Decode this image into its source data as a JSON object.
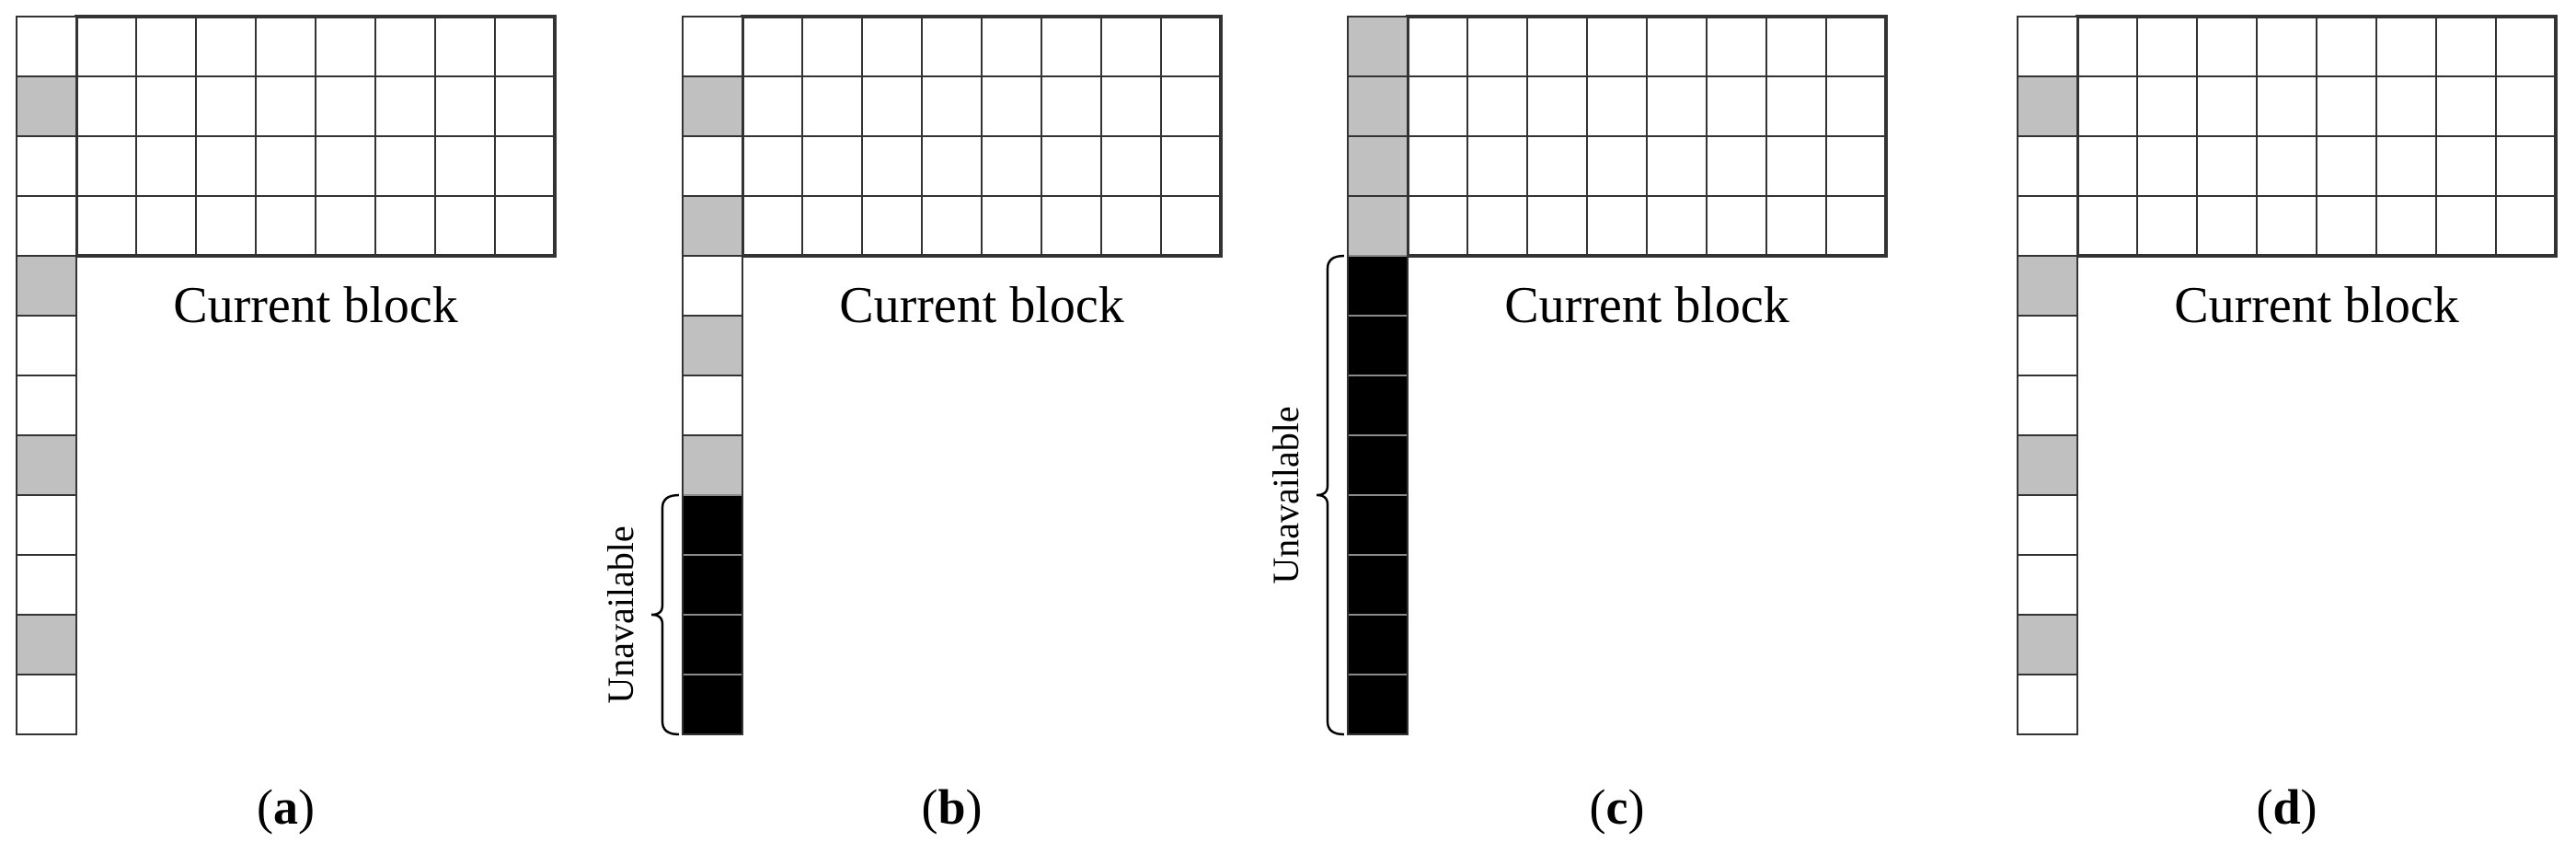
{
  "panels": [
    {
      "id": "a",
      "block_label": "Current block",
      "caption_open": "(",
      "caption_letter": "a",
      "caption_close": ")",
      "grid": {
        "columns": 8,
        "rows": 4
      },
      "left_column": [
        "empty",
        "gray",
        "empty",
        "empty",
        "gray",
        "empty",
        "empty",
        "gray",
        "empty",
        "empty",
        "gray",
        "empty"
      ],
      "unavailable_label": ""
    },
    {
      "id": "b",
      "block_label": "Current block",
      "caption_open": "(",
      "caption_letter": "b",
      "caption_close": ")",
      "grid": {
        "columns": 8,
        "rows": 4
      },
      "left_column": [
        "empty",
        "gray",
        "empty",
        "gray",
        "empty",
        "gray",
        "empty",
        "gray",
        "black",
        "black",
        "black",
        "black"
      ],
      "unavailable_label": "Unavailable"
    },
    {
      "id": "c",
      "block_label": "Current block",
      "caption_open": "(",
      "caption_letter": "c",
      "caption_close": ")",
      "grid": {
        "columns": 8,
        "rows": 4
      },
      "left_column": [
        "gray",
        "gray",
        "gray",
        "gray",
        "black",
        "black",
        "black",
        "black",
        "black",
        "black",
        "black",
        "black"
      ],
      "unavailable_label": "Unavailable"
    },
    {
      "id": "d",
      "block_label": "Current block",
      "caption_open": "(",
      "caption_letter": "d",
      "caption_close": ")",
      "grid": {
        "columns": 8,
        "rows": 4
      },
      "left_column": [
        "empty",
        "gray",
        "empty",
        "empty",
        "gray",
        "empty",
        "empty",
        "gray",
        "empty",
        "empty",
        "gray",
        "empty"
      ],
      "unavailable_label": ""
    }
  ],
  "colors": {
    "line": "#333333",
    "gray_fill": "#c0c0c0",
    "black_fill": "#000000",
    "empty_fill": "#ffffff",
    "unavailable_separator": "#8a8a8a"
  }
}
